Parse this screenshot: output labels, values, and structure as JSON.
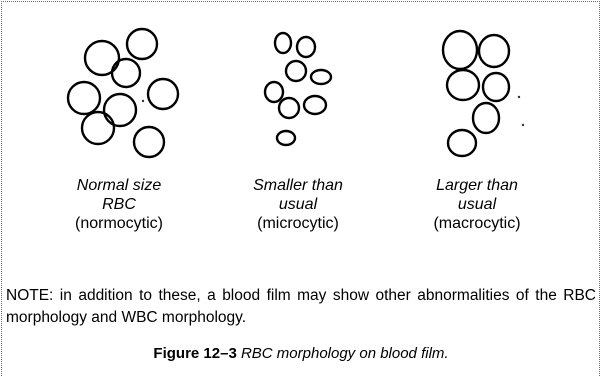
{
  "panels": [
    {
      "caption_line1": "Normal size",
      "caption_line2": "RBC",
      "caption_line3": "(normocytic)"
    },
    {
      "caption_line1": "Smaller than",
      "caption_line2": "usual",
      "caption_line3": "(microcytic)"
    },
    {
      "caption_line1": "Larger than",
      "caption_line2": "usual",
      "caption_line3": "(macrocytic)"
    }
  ],
  "note": "NOTE: in addition to these, a blood film may show other abnormalities of the RBC morphology and WBC morphology.",
  "figure": {
    "number": "Figure 12–3",
    "title": "RBC morphology on blood film."
  }
}
